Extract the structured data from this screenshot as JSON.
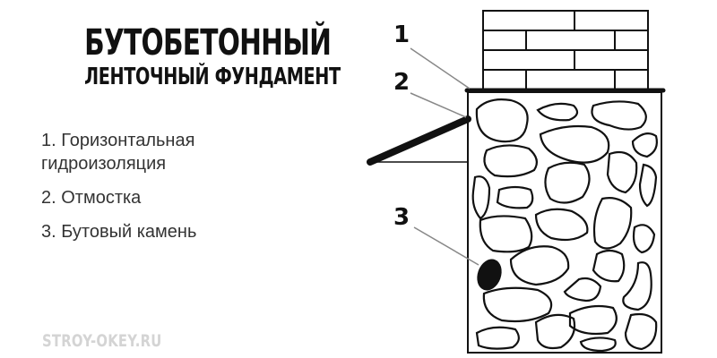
{
  "title": {
    "line1": "БУТОБЕТОННЫЙ",
    "line2": "ЛЕНТОЧНЫЙ ФУНДАМЕНТ"
  },
  "legend": {
    "items": [
      {
        "text": "1. Горизонтальная гидроизоляция"
      },
      {
        "text": "2. Отмостка"
      },
      {
        "text": "3. Бутовый камень"
      }
    ]
  },
  "callouts": [
    {
      "number": "1",
      "refers_to": "Горизонтальная гидроизоляция"
    },
    {
      "number": "2",
      "refers_to": "Отмостка"
    },
    {
      "number": "3",
      "refers_to": "Бутовый камень"
    }
  ],
  "watermark": "STROY-OKEY.RU",
  "colors": {
    "line": "#111111",
    "legend_text": "#333333",
    "watermark": "#d4d4d4",
    "leader": "#888888"
  }
}
